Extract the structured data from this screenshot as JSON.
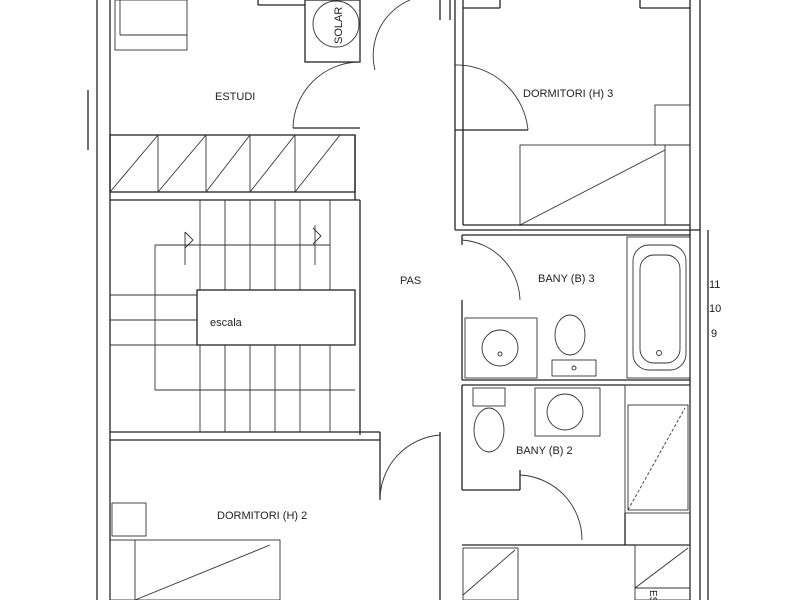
{
  "plan": {
    "rooms": {
      "estudi": "ESTUDI",
      "dormitori3": "DORMITORI (H) 3",
      "pas": "PAS",
      "bany3": "BANY (B) 3",
      "bany2": "BANY (B) 2",
      "dormitori2": "DORMITORI (H) 2",
      "escala": "escala",
      "solar": "SOLAR",
      "esp": "ESP"
    },
    "dimension_marks": [
      "11",
      "10",
      "9"
    ],
    "line_color": "#222222"
  }
}
